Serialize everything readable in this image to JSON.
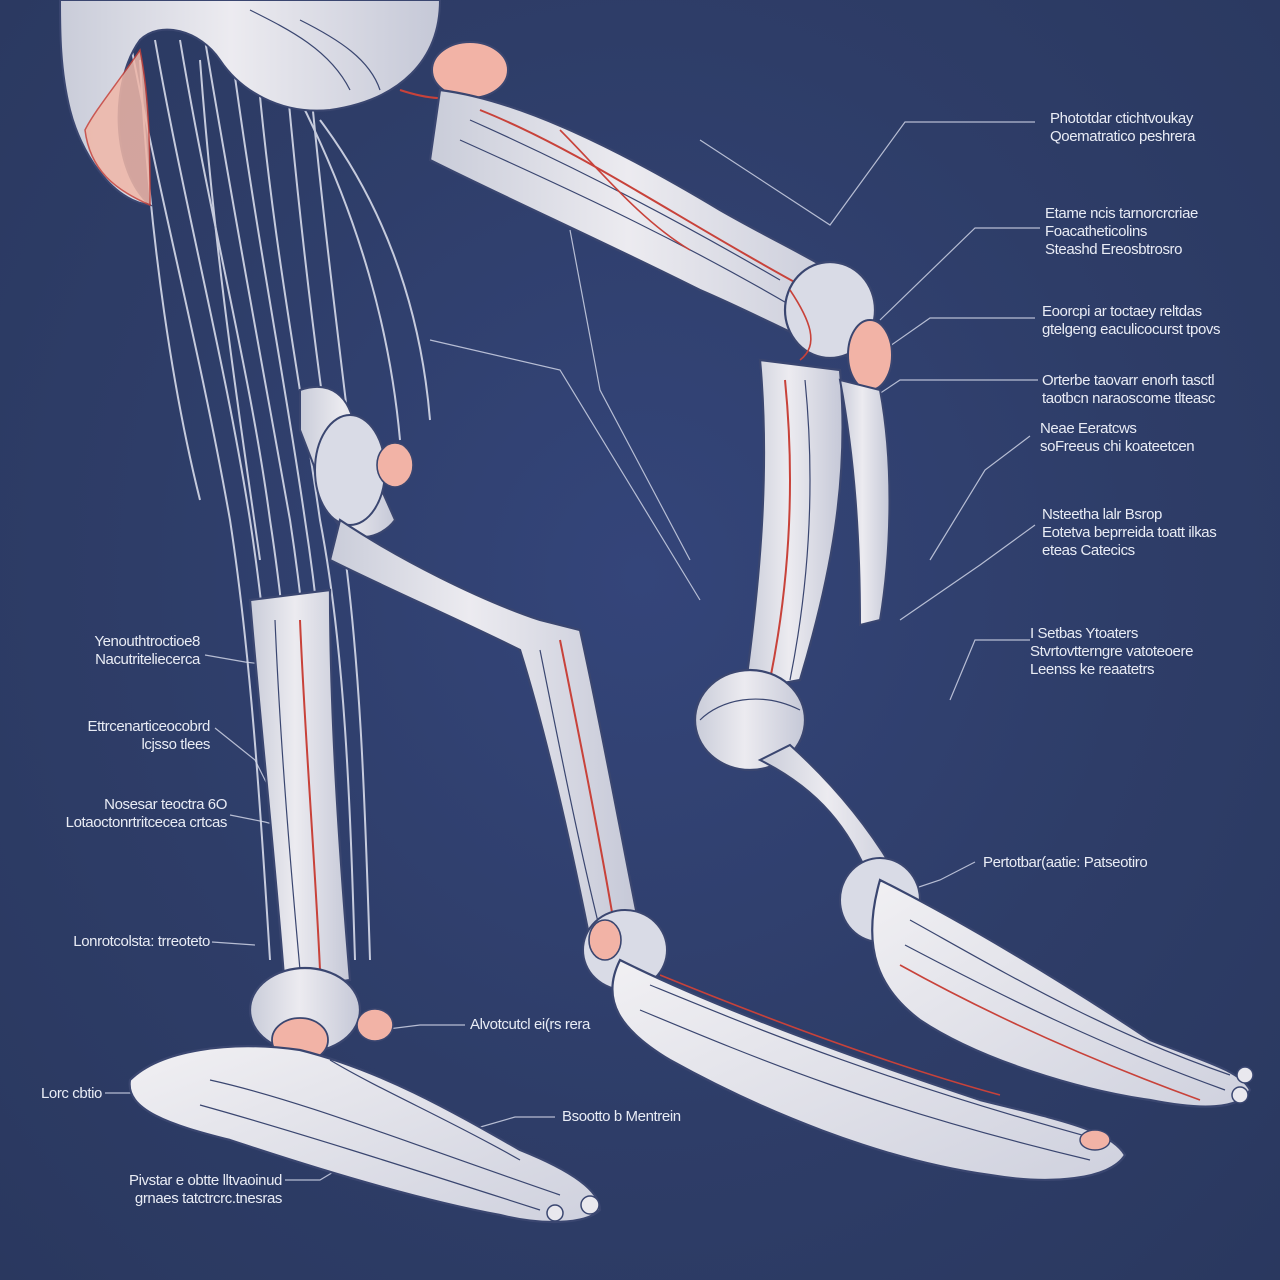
{
  "colors": {
    "background": "#2f3f68",
    "bone": "#e4e2e8",
    "bone_shade": "#c4c7d6",
    "outline": "#3a4670",
    "artery": "#c8423a",
    "cartilage": "#f2b3a6",
    "nerve": "#d7dbea",
    "leader_line": "#cfd4e6",
    "label_text": "#e9ecf5"
  },
  "labels": {
    "right": [
      {
        "lines": [
          "Phototdar ctichtvoukay",
          "Qoematratico peshrera"
        ]
      },
      {
        "lines": [
          "Etame ncis tarnorcrcriae",
          "Foacatheticolins",
          "Steashd Ereosbtrosro"
        ]
      },
      {
        "lines": [
          "Eoorcpi ar toctaey reltdas",
          "gtelgeng eaculicocurst tpovs"
        ]
      },
      {
        "lines": [
          "Orterbe taovarr enorh tasctl",
          "taotbcn naraoscome tlteasc"
        ]
      },
      {
        "lines": [
          "Neae Eeratcws",
          "soFreeus chi koateetcen"
        ]
      },
      {
        "lines": [
          "Nsteetha lalr Bsrop",
          "Eotetva beprreida toatt ilkas",
          "eteas Catecics"
        ]
      },
      {
        "lines": [
          "I Setbas Ytoaters",
          "Stvrtovtterngre vatoteoere",
          "Leenss ke reaatetrs"
        ]
      },
      {
        "lines": [
          "Pertotbar(aatie: Patseotiro"
        ]
      },
      {
        "lines": [
          "Alvotcutcl ei(rs rera"
        ]
      },
      {
        "lines": [
          "Bsootto b Mentrein"
        ]
      }
    ],
    "left": [
      {
        "lines": [
          "Yenouthtroctioe8",
          "Nacutriteliecerca"
        ]
      },
      {
        "lines": [
          "Ettrcenarticeocobrd",
          "lcjsso tlees"
        ]
      },
      {
        "lines": [
          "Nosesar teoctra 6O",
          "Lotaoctonrtritcecea crtcas"
        ]
      },
      {
        "lines": [
          "Lonrotcolsta: trreoteto"
        ]
      },
      {
        "lines": [
          "Lorc cbtio"
        ]
      },
      {
        "lines": [
          "Pivstar e obtte lltvaoinud",
          "grnaes tatctrcrc.tnesras"
        ]
      }
    ]
  }
}
